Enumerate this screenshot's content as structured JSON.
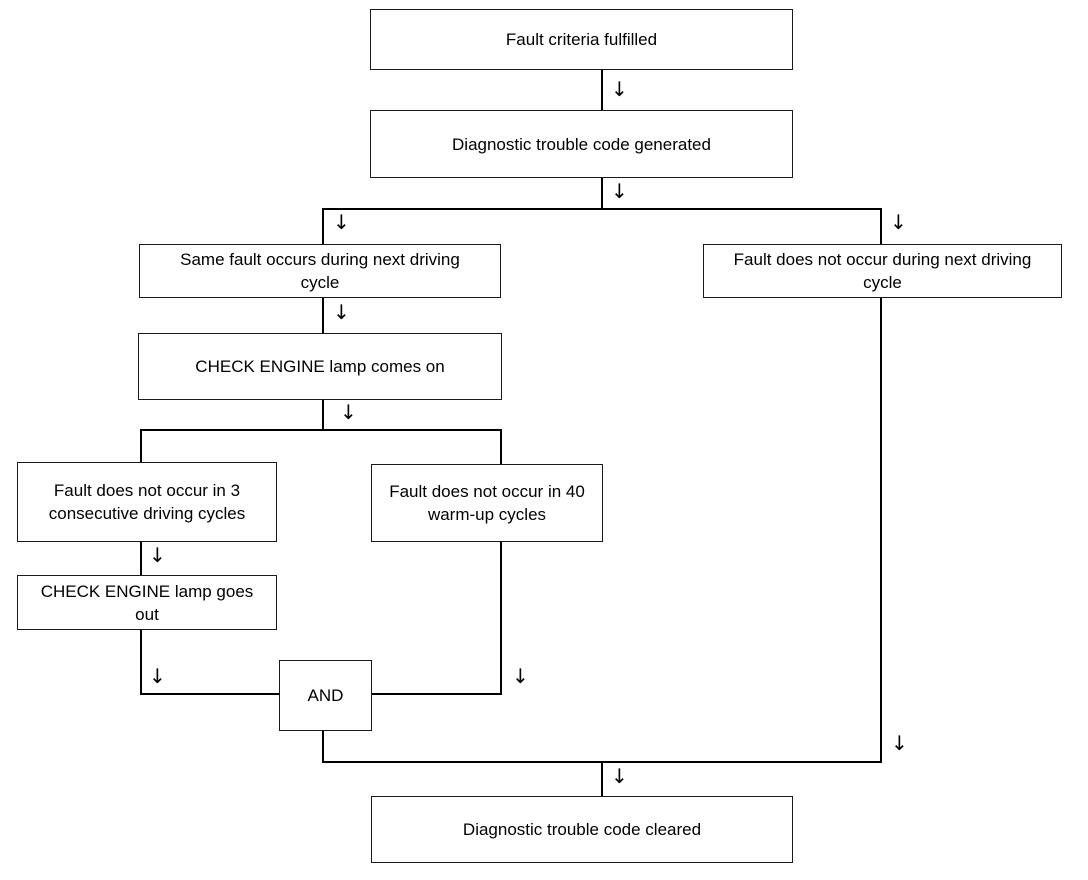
{
  "nodes": {
    "fault_criteria": "Fault criteria fulfilled",
    "dtc_generated": "Diagnostic trouble code generated",
    "same_fault": "Same fault occurs during next driving cycle",
    "no_fault_next": "Fault does not occur during next driving cycle",
    "lamp_on": "CHECK ENGINE lamp comes on",
    "no_fault_3": "Fault does not occur in 3 consecutive driving cycles",
    "no_fault_40": "Fault does not occur in 40 warm-up cycles",
    "lamp_out": "CHECK ENGINE lamp goes out",
    "and_gate": "AND",
    "dtc_cleared": "Diagnostic trouble code cleared"
  },
  "arrow_glyph": "↓"
}
